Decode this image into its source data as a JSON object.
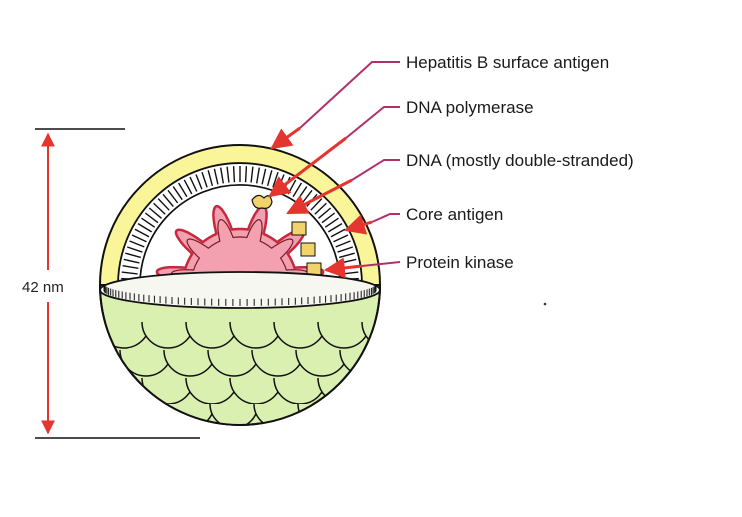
{
  "labels": {
    "surface_antigen": "Hepatitis B surface antigen",
    "dna_polymerase": "DNA polymerase",
    "dna": "DNA (mostly double-stranded)",
    "core_antigen": "Core antigen",
    "protein_kinase": "Protein kinase"
  },
  "scale": {
    "label": "42 nm"
  },
  "colors": {
    "background": "#ffffff",
    "envelope_yellow": "#fbf59a",
    "capsomere_green": "#d9f0b0",
    "dna_pink": "#f3a1b0",
    "dna_outline": "#c8283e",
    "kinase_yellow": "#f0d36a",
    "leader_line": "#b0306a",
    "arrow_red": "#e4352f",
    "outline": "#111111"
  }
}
